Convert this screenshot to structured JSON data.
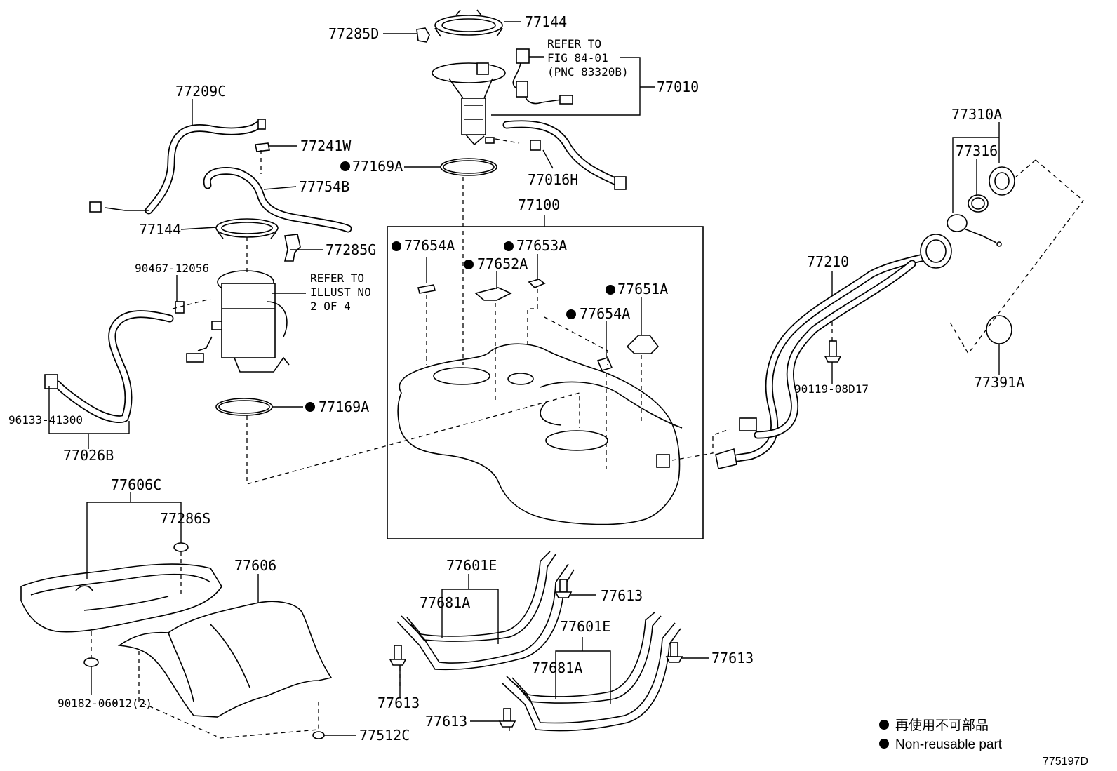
{
  "labels": {
    "p77144_top": "77144",
    "p77285D": "77285D",
    "refer1_l1": "REFER TO",
    "refer1_l2": "FIG 84-01",
    "refer1_l3": "(PNC 83320B)",
    "p77010": "77010",
    "p77209C": "77209C",
    "p77241W": "77241W",
    "p77169A_top": "77169A",
    "p77016H": "77016H",
    "p77754B": "77754B",
    "p77144_mid": "77144",
    "p77285G": "77285G",
    "p90467": "90467-12056",
    "refer2_l1": "REFER TO",
    "refer2_l2": "ILLUST NO",
    "refer2_l3": "2 OF 4",
    "p77169A_bot": "77169A",
    "p96133": "96133-41300",
    "p77026B": "77026B",
    "p77100": "77100",
    "p77654A_1": "77654A",
    "p77653A": "77653A",
    "p77652A": "77652A",
    "p77651A": "77651A",
    "p77654A_2": "77654A",
    "p77310A": "77310A",
    "p77316": "77316",
    "p77210": "77210",
    "p90119": "90119-08D17",
    "p77391A": "77391A",
    "p77606C": "77606C",
    "p77286S": "77286S",
    "p77606": "77606",
    "p90182": "90182-06012(2)",
    "p77512C": "77512C",
    "p77601E_1": "77601E",
    "p77681A_1": "77681A",
    "p77613_1": "77613",
    "p77613_2": "77613",
    "p77601E_2": "77601E",
    "p77681A_2": "77681A",
    "p77613_3": "77613",
    "p77613_4": "77613"
  },
  "legend": {
    "jp": "再使用不可部品",
    "en": "Non-reusable part"
  },
  "figure_id": "775197D"
}
